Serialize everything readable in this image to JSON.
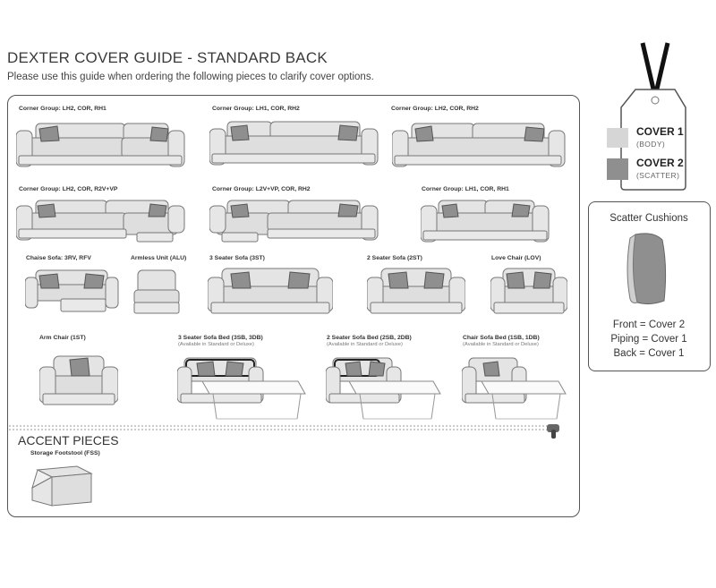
{
  "header": {
    "title": "DEXTER COVER GUIDE - STANDARD BACK",
    "subtitle": "Please use this guide when ordering the following pieces to clarify cover options."
  },
  "pieces": [
    {
      "label": "Corner Group: LH2, COR, RH1"
    },
    {
      "label": "Corner Group: LH1, COR, RH2"
    },
    {
      "label": "Corner Group: LH2, COR, RH2"
    },
    {
      "label": "Corner Group: LH2, COR, R2V+VP"
    },
    {
      "label": "Corner Group: L2V+VP, COR, RH2"
    },
    {
      "label": "Corner Group: LH1, COR, RH1"
    },
    {
      "label": "Chaise Sofa: 3RV, RFV"
    },
    {
      "label": "Armless Unit (ALU)"
    },
    {
      "label": "3 Seater Sofa (3ST)"
    },
    {
      "label": "2 Seater Sofa (2ST)"
    },
    {
      "label": "Love Chair (LOV)"
    },
    {
      "label": "Arm Chair (1ST)"
    },
    {
      "label": "3 Seater Sofa Bed (3SB, 3DB)",
      "sub": "(Available in Standard or Deluxe)"
    },
    {
      "label": "2 Seater Sofa Bed (2SB, 2DB)",
      "sub": "(Available in Standard or Deluxe)"
    },
    {
      "label": "Chair Sofa Bed (1SB, 1DB)",
      "sub": "(Available in Standard or Deluxe)"
    }
  ],
  "accent": {
    "title": "ACCENT PIECES",
    "items": [
      {
        "label": "Storage Footstool (FSS)"
      }
    ]
  },
  "tag": {
    "cover1": {
      "label": "COVER 1",
      "sub": "(BODY)",
      "color": "#d6d6d6"
    },
    "cover2": {
      "label": "COVER 2",
      "sub": "(SCATTER)",
      "color": "#8f8f8f"
    }
  },
  "scatter": {
    "title": "Scatter Cushions",
    "lines": [
      "Front = Cover 2",
      "Piping = Cover 1",
      "Back = Cover 1"
    ]
  }
}
